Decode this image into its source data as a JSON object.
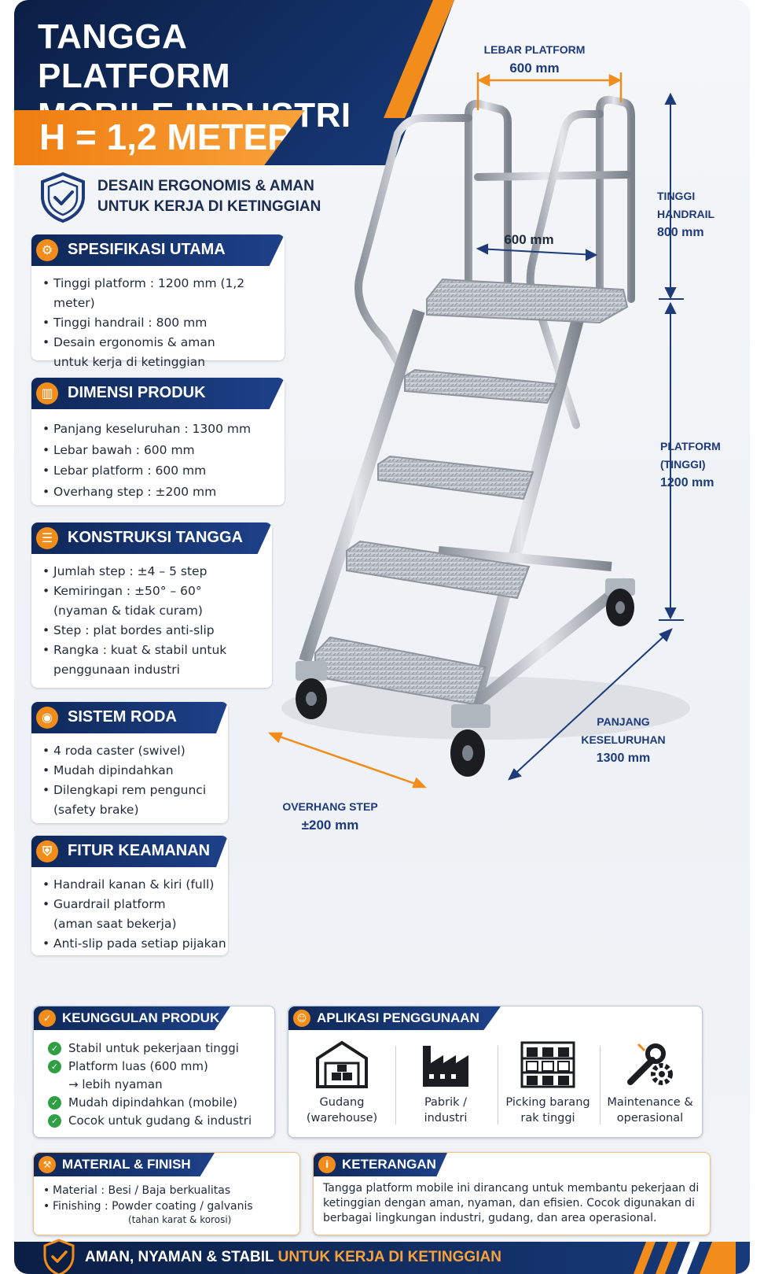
{
  "header": {
    "title_line1": "TANGGA PLATFORM",
    "title_line2": "MOBILE INDUSTRI",
    "height_label": "H = 1,2 METER"
  },
  "tagline": {
    "line1": "DESAIN ERGONOMIS & AMAN",
    "line2": "UNTUK KERJA DI KETINGGIAN"
  },
  "cards": {
    "spesifikasi": {
      "title": "SPESIFIKASI UTAMA",
      "items": [
        "Tinggi platform : 1200 mm (1,2 meter)",
        "Tinggi handrail : 800 mm",
        "Desain ergonomis & aman\nuntuk kerja di ketinggian"
      ]
    },
    "dimensi": {
      "title": "DIMENSI PRODUK",
      "items": [
        "Panjang keseluruhan : 1300 mm",
        "Lebar bawah : 600 mm",
        "Lebar platform : 600 mm",
        "Overhang step : ±200 mm"
      ]
    },
    "konstruksi": {
      "title": "KONSTRUKSI TANGGA",
      "items": [
        "Jumlah step : ±4 – 5 step",
        "Kemiringan : ±50° – 60°\n(nyaman & tidak curam)",
        "Step : plat bordes anti-slip",
        "Rangka : kuat & stabil untuk\npenggunaan industri"
      ]
    },
    "roda": {
      "title": "SISTEM RODA",
      "items": [
        "4 roda caster (swivel)",
        "Mudah dipindahkan",
        "Dilengkapi rem pengunci\n(safety brake)"
      ]
    },
    "keamanan": {
      "title": "FITUR KEAMANAN",
      "items": [
        "Handrail kanan & kiri (full)",
        "Guardrail platform\n(aman saat bekerja)",
        "Anti-slip pada setiap pijakan"
      ]
    }
  },
  "dimensions": {
    "lebar_platform_label": "LEBAR PLATFORM",
    "lebar_platform_value": "600 mm",
    "inner_width": "600 mm",
    "tinggi_handrail_l1": "TINGGI",
    "tinggi_handrail_l2": "HANDRAIL",
    "tinggi_handrail_value": "800 mm",
    "platform_l1": "PLATFORM",
    "platform_l2": "(TINGGI)",
    "platform_value": "1200 mm",
    "panjang_l1": "PANJANG",
    "panjang_l2": "KESELURUHAN",
    "panjang_value": "1300 mm",
    "overhang_label": "OVERHANG STEP",
    "overhang_value": "±200 mm"
  },
  "keunggulan": {
    "title": "KEUNGGULAN PRODUK",
    "items": [
      "Stabil untuk pekerjaan tinggi",
      "Platform luas (600 mm)\n→ lebih nyaman",
      "Mudah dipindahkan (mobile)",
      "Cocok untuk gudang & industri"
    ]
  },
  "aplikasi": {
    "title": "APLIKASI PENGGUNAAN",
    "items": [
      {
        "label": "Gudang\n(warehouse)",
        "icon": "warehouse-icon"
      },
      {
        "label": "Pabrik /\nindustri",
        "icon": "factory-icon"
      },
      {
        "label": "Picking barang\nrak tinggi",
        "icon": "shelf-icon"
      },
      {
        "label": "Maintenance &\noperasional",
        "icon": "tools-icon"
      }
    ]
  },
  "material": {
    "title": "MATERIAL & FINISH",
    "item1": "Material : Besi / Baja berkualitas",
    "item2": "Finishing : Powder coating / galvanis",
    "sub": "(tahan karat & korosi)"
  },
  "keterangan": {
    "title": "KETERANGAN",
    "text": "Tangga platform mobile ini dirancang untuk membantu pekerjaan di ketinggian dengan aman, nyaman, dan efisien. Cocok digunakan di berbagai lingkungan industri, gudang, dan area operasional."
  },
  "footer": {
    "text_main": "AMAN, NYAMAN & STABIL ",
    "text_highlight": "UNTUK KERJA DI KETINGGIAN"
  },
  "colors": {
    "navy": "#0f2858",
    "orange": "#f28c1a",
    "dimension_blue": "#1d3a7a",
    "check_green": "#2ea043"
  }
}
